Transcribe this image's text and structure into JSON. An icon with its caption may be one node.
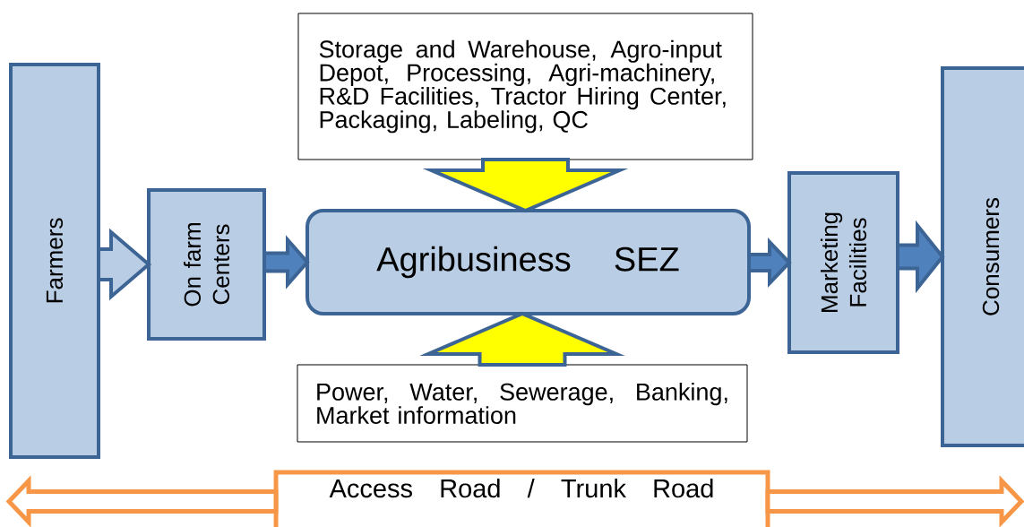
{
  "diagram": {
    "nodes": [
      {
        "text": [
          "Farmers"
        ]
      },
      {
        "text": [
          "On farm Centers"
        ]
      },
      {
        "text": [
          "Storage and Warehouse, Agro-input Depot, Processing, Agri-machinery, R&D Facilities, Tractor Hiring Center, Packaging, Labeling, QC"
        ]
      },
      {
        "text": [
          "Agribusiness SEZ"
        ]
      },
      {
        "text": [
          "Power, Water, Sewerage, Banking, Market information"
        ]
      },
      {
        "text": [
          "Marketing Facilities"
        ]
      },
      {
        "text": [
          "Consumers"
        ]
      },
      {
        "text": [
          "Access Road / Trunk Road"
        ]
      }
    ],
    "edges": [
      {
        "from": 0,
        "to": 1,
        "arrow": "to",
        "color": "#b9cde5"
      },
      {
        "from": 1,
        "to": 3,
        "arrow": "to"
      },
      {
        "from": 2,
        "to": 3,
        "arrow": "to",
        "style": "thick",
        "color": "#ffff00"
      },
      {
        "from": 4,
        "to": 3,
        "arrow": "to",
        "style": "thick",
        "color": "#ffff00"
      },
      {
        "from": 3,
        "to": 5,
        "arrow": "to"
      },
      {
        "from": 5,
        "to": 6,
        "arrow": "to"
      },
      {
        "from": 7,
        "to": null,
        "arrow": "to",
        "color": "#f79646"
      },
      {
        "from": 7,
        "to": null,
        "arrow": "to",
        "color": "#f79646"
      }
    ]
  }
}
